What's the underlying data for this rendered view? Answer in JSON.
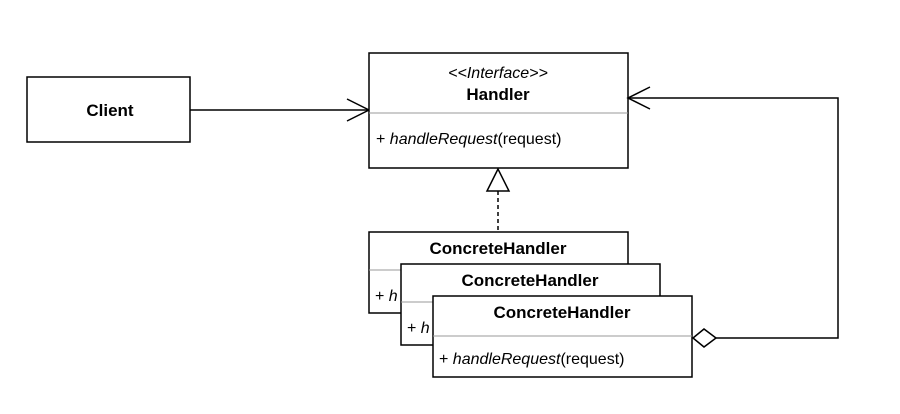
{
  "client": {
    "name": "Client"
  },
  "handler": {
    "stereotype": "<<Interface>>",
    "name": "Handler",
    "method_visibility": "+ ",
    "method_name": "handleRequest",
    "method_params": "(request)"
  },
  "concrete_handlers": [
    {
      "name": "ConcreteHandler",
      "method_visibility": "+ ",
      "method_name": "h"
    },
    {
      "name": "ConcreteHandler",
      "method_visibility": "+ ",
      "method_name": "h"
    },
    {
      "name": "ConcreteHandler",
      "method_visibility": "+ ",
      "method_name": "handleRequest",
      "method_params": "(request)"
    }
  ]
}
